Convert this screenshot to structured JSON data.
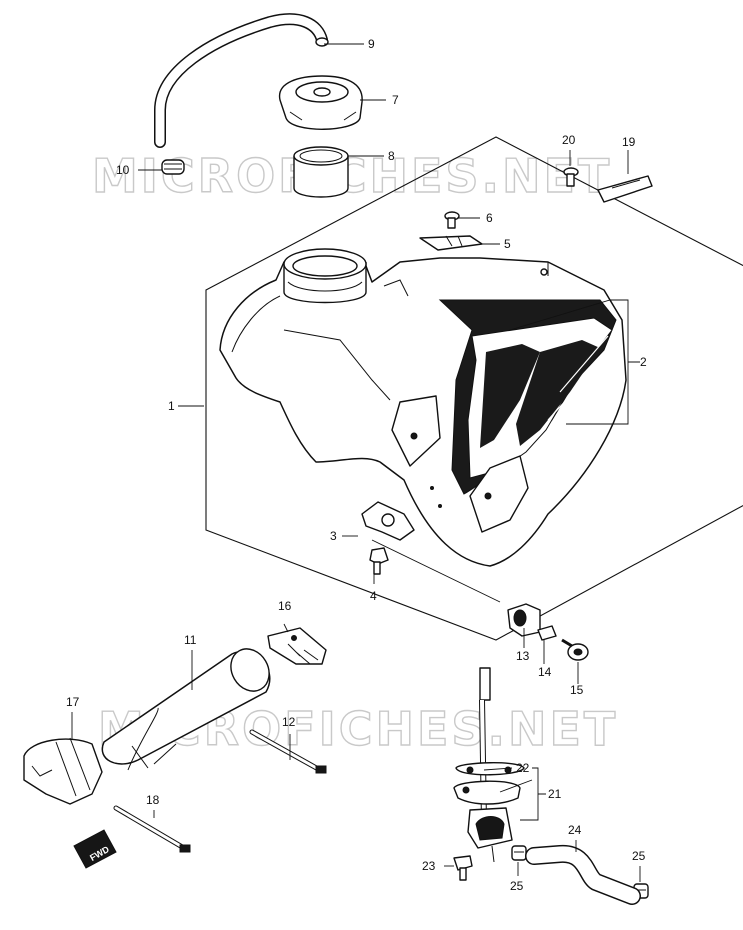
{
  "watermark": "MICROFICHES.NET",
  "fwd_label": "FWD",
  "callouts": [
    "1",
    "2",
    "3",
    "4",
    "5",
    "6",
    "7",
    "8",
    "9",
    "10",
    "11",
    "12",
    "13",
    "14",
    "15",
    "16",
    "17",
    "18",
    "19",
    "20",
    "21",
    "22",
    "23",
    "24",
    "25",
    "25"
  ]
}
